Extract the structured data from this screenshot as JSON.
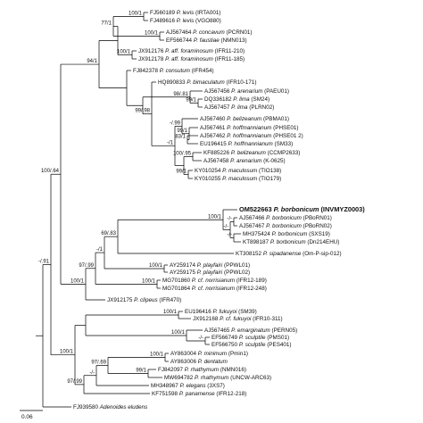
{
  "tips": [
    {
      "id": "FJ560189",
      "species": "P. levis",
      "strain": "(IRTA001)"
    },
    {
      "id": "FJ489616",
      "species": "P. levis",
      "strain": "(VGO880)"
    },
    {
      "id": "AJ567464",
      "species": "P. concavum",
      "strain": "(PCRN01)"
    },
    {
      "id": "EF566744",
      "species": "P. faustiae",
      "strain": "(NMN013)"
    },
    {
      "id": "JX912176",
      "species": "P. aff. foraminosum",
      "strain": "(IFR11-210)"
    },
    {
      "id": "JX912178",
      "species": "P. aff. foraminosum",
      "strain": "(IFR11-185)"
    },
    {
      "id": "FJ842378",
      "species": "P. consutum",
      "strain": "(IFR454)"
    },
    {
      "id": "HQ890833",
      "species": "P. bimaculatum",
      "strain": "(IFR10-171)"
    },
    {
      "id": "AJ567456",
      "species": "P. arenarium",
      "strain": "(PAEU01)"
    },
    {
      "id": "DQ336182",
      "species": "P. lima",
      "strain": "(SM24)"
    },
    {
      "id": "AJ567457",
      "species": "P. lima",
      "strain": "(PLRN02)"
    },
    {
      "id": "AJ567460",
      "species": "P. belizeanum",
      "strain": "(PBMA01)"
    },
    {
      "id": "AJ567461",
      "species": "P. hoffmannianum",
      "strain": "(PHSE01)"
    },
    {
      "id": "AJ567462",
      "species": "P. hoffmannianum",
      "strain": "(PHSE01 2)"
    },
    {
      "id": "EU196415",
      "species": "P. hoffmannianum",
      "strain": "(SM33)"
    },
    {
      "id": "KF885226",
      "species": "P. belizeanum",
      "strain": "(CCMP2633)"
    },
    {
      "id": "AJ567458",
      "species": "P. arenarium",
      "strain": "(K-0625)"
    },
    {
      "id": "KY010254",
      "species": "P. maculosum",
      "strain": "(TIO138)"
    },
    {
      "id": "KY010255",
      "species": "P. maculosum",
      "strain": "(TIO179)"
    },
    {
      "id": "OM522663",
      "species": "P. borbonicum",
      "strain": "(INVMYZ0003)",
      "highlight": true
    },
    {
      "id": "AJ567466",
      "species": "P. borbonicum",
      "strain": "(PBoRN01)"
    },
    {
      "id": "AJ567467",
      "species": "P. borbonicum",
      "strain": "(PBoRN02)"
    },
    {
      "id": "MH375424",
      "species": "P. borbonicum",
      "strain": "(SXS19)"
    },
    {
      "id": "KT898187",
      "species": "P. borbonicum",
      "strain": "(Dn214EHU)"
    },
    {
      "id": "KT308152",
      "species": "P. sipadanense",
      "strain": "(Om-P-sip-012)"
    },
    {
      "id": "AY259174",
      "species": "P. playfairi",
      "strain": "(PPWL01)"
    },
    {
      "id": "AY259175",
      "species": "P. playfairi",
      "strain": "(PPWL02)"
    },
    {
      "id": "MG701860",
      "species": "P. cf. norrisianum",
      "strain": "(IFR12-189)"
    },
    {
      "id": "MG701864",
      "species": "P. cf. norrisianum",
      "strain": "(IFR12-248)"
    },
    {
      "id": "JX912175",
      "species": "P. clipeus",
      "strain": "(IFR470)"
    },
    {
      "id": "EU196416",
      "species": "P. fukuyoi",
      "strain": "(SM39)"
    },
    {
      "id": "JX912168",
      "species": "P. cf. fukuyoi",
      "strain": "(IFR10-311)"
    },
    {
      "id": "AJ567465",
      "species": "P. emarginatum",
      "strain": "(PERN05)"
    },
    {
      "id": "EF566749",
      "species": "P. sculptile",
      "strain": "(PMS01)"
    },
    {
      "id": "EF566750",
      "species": "P. sculptile",
      "strain": "(PES401)"
    },
    {
      "id": "AY863004",
      "species": "P. minimum",
      "strain": "(Pmin1)"
    },
    {
      "id": "AY863006",
      "species": "P. dentatum",
      "strain": ""
    },
    {
      "id": "FJ842097",
      "species": "P. rhathymum",
      "strain": "(NMN016)"
    },
    {
      "id": "MW694782",
      "species": "P. rhathymum",
      "strain": "(UNCW-ARC63)"
    },
    {
      "id": "MH348967",
      "species": "P. elegans",
      "strain": "(3XS7)"
    },
    {
      "id": "KF751598",
      "species": "P. panamense",
      "strain": "(IFR12-218)"
    },
    {
      "id": "FJ939580",
      "species": "Adenoides eludens",
      "strain": ""
    }
  ],
  "supports": [
    {
      "node": "levis",
      "label": "100/1"
    },
    {
      "node": "concavum-faustiae",
      "label": "100/1"
    },
    {
      "node": "lima-complex-upper",
      "label": "77/1"
    },
    {
      "node": "foraminosum",
      "label": "100/1"
    },
    {
      "node": "lima-complex",
      "label": "94/1"
    },
    {
      "node": "bimaculatum-group",
      "label": "99/.98"
    },
    {
      "node": "arenarium-lima",
      "label": "98/.81"
    },
    {
      "node": "lima",
      "label": "99/1"
    },
    {
      "node": "belizeanum-group",
      "label": "-/1"
    },
    {
      "node": "hoffmannianum",
      "label": "-/.99"
    },
    {
      "node": "hoffmannianum-inner",
      "label": "99/1"
    },
    {
      "node": "hoffmannianum-sm33",
      "label": "83/1"
    },
    {
      "node": "belizeanum-arenarium",
      "label": "100/.95"
    },
    {
      "node": "maculosum",
      "label": "99/1"
    },
    {
      "node": "upper-clade",
      "label": "100/.64"
    },
    {
      "node": "borbonicum-inner",
      "label": "-/-"
    },
    {
      "node": "borbonicum-rn02",
      "label": "-/-"
    },
    {
      "node": "borbonicum-sxs19",
      "label": "-/-"
    },
    {
      "node": "borbonicum",
      "label": "100/1"
    },
    {
      "node": "borbonicum-sipadanense",
      "label": "69/.83"
    },
    {
      "node": "playfairi",
      "label": "100/1"
    },
    {
      "node": "borbonicum-playfairi",
      "label": "-/1"
    },
    {
      "node": "norrisianum",
      "label": "100/1"
    },
    {
      "node": "borbonicum-norrisianum",
      "label": "97/.99"
    },
    {
      "node": "mid-clade",
      "label": "100/1"
    },
    {
      "node": "ingroup",
      "label": "-/.91"
    },
    {
      "node": "fukuyoi",
      "label": "100/1"
    },
    {
      "node": "sculptile",
      "label": "-/-"
    },
    {
      "node": "emarginatum-sculptile",
      "label": "100/1"
    },
    {
      "node": "minimum-dentatum",
      "label": "100/1"
    },
    {
      "node": "rhathymum",
      "label": "99/1"
    },
    {
      "node": "rhathymum-minimum",
      "label": "97/.69"
    },
    {
      "node": "rhathymum-elegans",
      "label": "-/-"
    },
    {
      "node": "lower-clade",
      "label": "97/.99"
    },
    {
      "node": "lower-clade-outer",
      "label": "100/1"
    }
  ],
  "scale_bar": {
    "label": "0.06"
  }
}
